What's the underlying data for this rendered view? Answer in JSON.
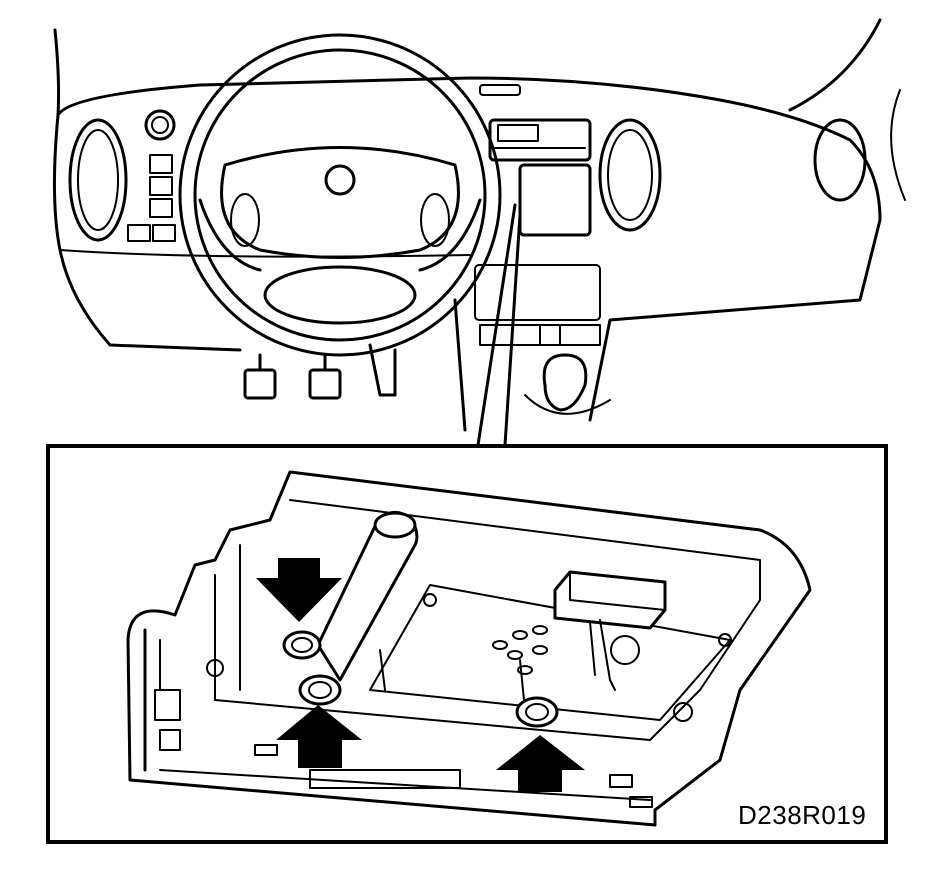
{
  "figure": {
    "code": "D238R019",
    "colors": {
      "ink": "#000000",
      "paper": "#ffffff"
    },
    "arrows": [
      {
        "name": "down-arrow",
        "direction": "down"
      },
      {
        "name": "up-arrow-left",
        "direction": "up"
      },
      {
        "name": "up-arrow-right",
        "direction": "up"
      }
    ]
  }
}
